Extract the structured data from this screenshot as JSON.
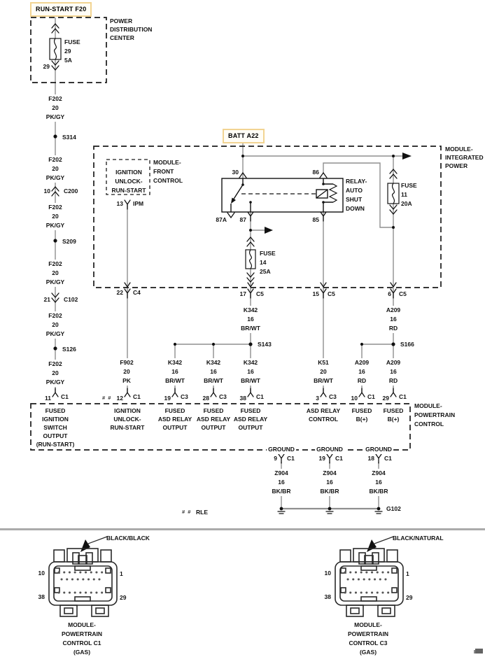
{
  "pdc": {
    "tag": "RUN-START F20",
    "title": "POWER\nDISTRIBUTION\nCENTER",
    "fuse_label": "FUSE\n29\n5A",
    "exit_pin": "29"
  },
  "left_circuit": {
    "wire_f202": "F202\n20\nPK/GY",
    "splice_1": "S314",
    "conn_c200": {
      "pin": "10",
      "name": "C200"
    },
    "splice_2": "S209",
    "conn_c102": {
      "pin": "21",
      "name": "C102"
    },
    "splice_3": "S126"
  },
  "mip": {
    "tag": "BATT A22",
    "title": "MODULE-\nINTEGRATED\nPOWER",
    "front_control": {
      "box_label": "IGNITION\nUNLOCK-\nRUN-START",
      "title": "MODULE-\nFRONT\nCONTROL",
      "conn": {
        "pin": "13",
        "name": "IPM"
      }
    },
    "relay": {
      "title": "RELAY-\nAUTO\nSHUT\nDOWN",
      "pin_30": "30",
      "pin_86": "86",
      "pin_87a": "87A",
      "pin_87": "87",
      "pin_85": "85"
    },
    "fuse_11": "FUSE\n11\n20A",
    "fuse_14": "FUSE\n14\n25A",
    "conn_c4": {
      "pin": "22",
      "name": "C4"
    },
    "conn_c5_17": {
      "pin": "17",
      "name": "C5"
    },
    "conn_c5_15": {
      "pin": "15",
      "name": "C5"
    },
    "conn_c5_6": {
      "pin": "6",
      "name": "C5"
    }
  },
  "wires": {
    "k342": "K342\n16\nBR/WT",
    "a209": "A209\n16\nRD",
    "f902": "F902\n20\nPK",
    "k51": "K51\n20\nBR/WT",
    "z904": "Z904\n16\nBK/BR"
  },
  "splices": {
    "s143": "S143",
    "s166": "S166"
  },
  "pcm": {
    "title": "MODULE-\nPOWERTRAIN\nCONTROL",
    "pins": [
      {
        "pin": "11",
        "conn": "C1",
        "label": "FUSED\nIGNITION\nSWITCH\nOUTPUT\n(RUN-START)"
      },
      {
        "pin": "12",
        "conn": "C1",
        "label": "IGNITION\nUNLOCK-\nRUN-START"
      },
      {
        "pin": "19",
        "conn": "C3",
        "label": "FUSED\nASD RELAY\nOUTPUT"
      },
      {
        "pin": "28",
        "conn": "C3",
        "label": "FUSED\nASD RELAY\nOUTPUT"
      },
      {
        "pin": "38",
        "conn": "C1",
        "label": "FUSED\nASD RELAY\nOUTPUT"
      },
      {
        "pin": "3",
        "conn": "C3",
        "label": "ASD RELAY\nCONTROL"
      },
      {
        "pin": "10",
        "conn": "C1",
        "label": "FUSED\nB(+)"
      },
      {
        "pin": "29",
        "conn": "C1",
        "label": "FUSED\nB(+)"
      }
    ],
    "ground_label": "GROUND",
    "ground_pins": [
      {
        "pin": "9",
        "conn": "C1"
      },
      {
        "pin": "19",
        "conn": "C1"
      },
      {
        "pin": "18",
        "conn": "C1"
      }
    ],
    "ground_point": "G102"
  },
  "notes": {
    "grid_icon": "# #",
    "rle": "RLE"
  },
  "connectors": [
    {
      "color": "BLACK/BLACK",
      "pin_top_left": "10",
      "pin_top_right": "1",
      "pin_bottom_left": "38",
      "pin_bottom_right": "29",
      "caption": "MODULE-\nPOWERTRAIN\nCONTROL C1\n(GAS)"
    },
    {
      "color": "BLACK/NATURAL",
      "pin_top_left": "10",
      "pin_top_right": "1",
      "pin_bottom_left": "38",
      "pin_bottom_right": "29",
      "caption": "MODULE-\nPOWERTRAIN\nCONTROL C3\n(GAS)"
    }
  ],
  "colors": {
    "highlight_border": "#f2d492",
    "wire_gray": "#8f8f8f",
    "line_black": "#111111"
  }
}
